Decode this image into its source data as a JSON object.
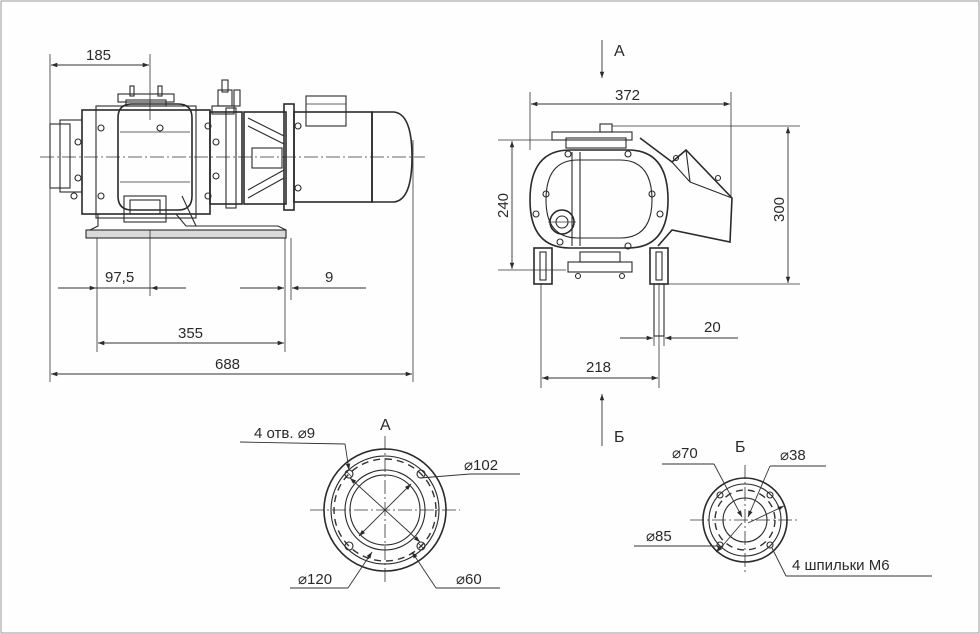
{
  "side_view": {
    "dims": {
      "d185": "185",
      "d97_5": "97,5",
      "d9": "9",
      "d355": "355",
      "d688": "688"
    }
  },
  "end_view": {
    "view_marker_a": "А",
    "view_marker_b": "Б",
    "dims": {
      "d372": "372",
      "d240": "240",
      "d300": "300",
      "d20": "20",
      "d218": "218"
    }
  },
  "flange_a": {
    "title": "А",
    "holes_label": "4 отв. ⌀9",
    "d102": "⌀102",
    "d120": "⌀120",
    "d60": "⌀60"
  },
  "flange_b": {
    "title": "Б",
    "d70": "⌀70",
    "d38": "⌀38",
    "d85": "⌀85",
    "studs_label": "4 шпильки М6"
  }
}
